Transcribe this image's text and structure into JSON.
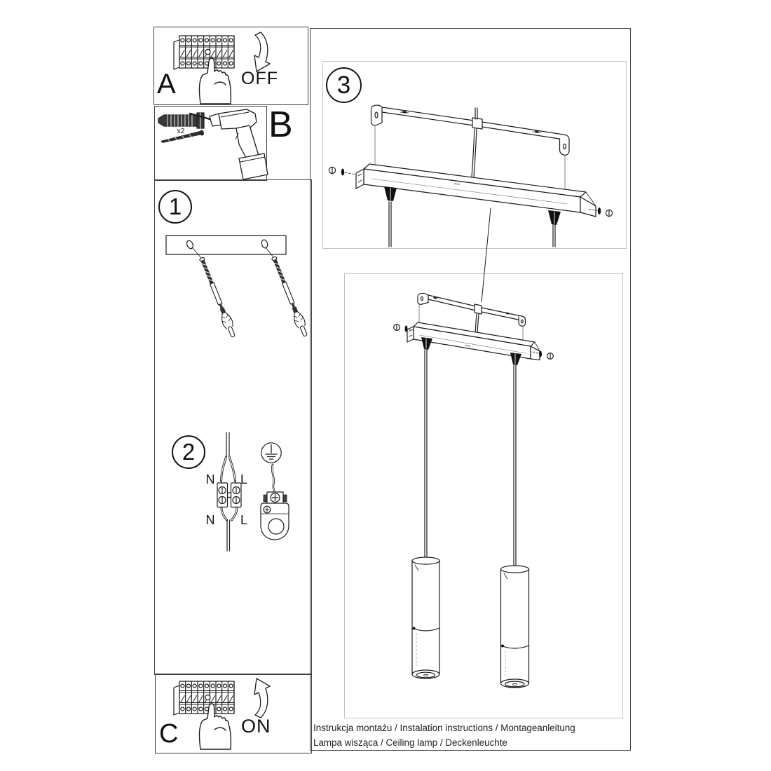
{
  "sheet": {
    "footer": {
      "line1": "Instrukcja montażu / Instalation instructions / Montageanleitung",
      "line2": "Lampa wisząca / Ceiling lamp / Deckenleuchte"
    },
    "steps": [
      {
        "id": "A",
        "label": "A",
        "caption": "OFF"
      },
      {
        "id": "B",
        "label": "B",
        "parts_count": "x2"
      },
      {
        "id": "1",
        "label": "1"
      },
      {
        "id": "2",
        "label": "2",
        "wiring": {
          "neutral": "N",
          "live": "L"
        }
      },
      {
        "id": "3",
        "label": "3"
      },
      {
        "id": "C",
        "label": "C",
        "caption": "ON"
      }
    ],
    "icons": {
      "step_a": "circuit-breaker-switched-off",
      "step_b": "wall-plugs-screws-and-drill",
      "step_1": "ceiling-strip-with-anchors",
      "step_2": "terminal-block-and-earth-clamp",
      "step_3": "bracket-and-canopy-mounting",
      "main": "assembled-two-light-pendant"
    }
  },
  "colors": {
    "line": "#1c1c1c",
    "panel_border": "#3f3f3f",
    "light_border": "#c3c3c3",
    "dark_fill": "#222222",
    "background": "#ffffff"
  }
}
